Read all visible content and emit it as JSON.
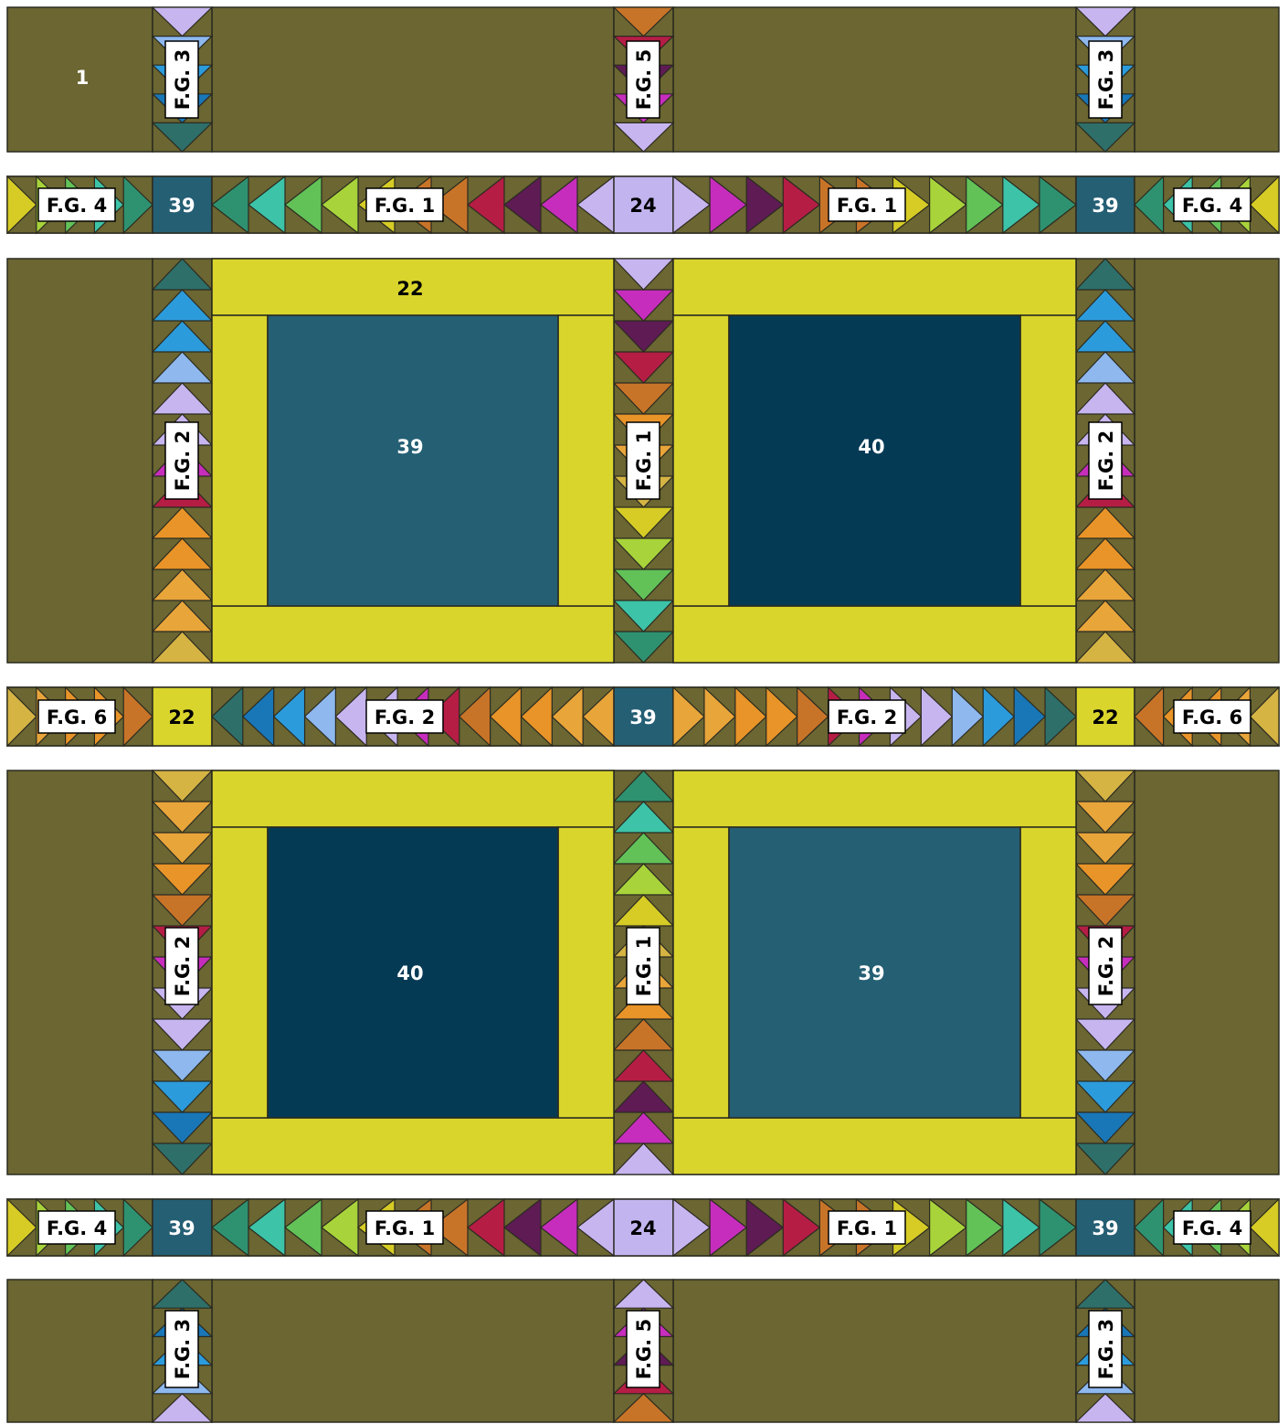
{
  "colors": {
    "olive": "#6B6632",
    "yellow": "#D9D52C",
    "teal_light": "#255F74",
    "navy": "#053A55",
    "lavender": "#C2B4EE",
    "outline": "#2A2A20",
    "label_bg": "#FFFFFF",
    "label_text": "#000000"
  },
  "palette": {
    "sky": "#8EB8EE",
    "blue": "#2C9BDB",
    "azure": "#1977B8",
    "teal": "#2E6F6A",
    "violet": "#C7B5EF",
    "magenta": "#C72DBC",
    "plum": "#5E1B54",
    "crimson": "#B51D45",
    "rust": "#C87428",
    "orange": "#E89428",
    "amber": "#E8A53A",
    "mustard": "#D5B444",
    "lemon": "#D6CC25",
    "lime": "#A9D33A",
    "green": "#62C258",
    "mint": "#3DC3A7",
    "jade": "#2E9270",
    "seafoam": "#3E9C85"
  },
  "block_labels": {
    "b1": "1",
    "b22": "22",
    "b24": "24",
    "b39": "39",
    "b40": "40"
  },
  "flying_geese_labels": {
    "fg1": "F.G. 1",
    "fg2": "F.G. 2",
    "fg3": "F.G. 3",
    "fg4": "F.G. 4",
    "fg5": "F.G. 5",
    "fg6": "F.G. 6"
  }
}
